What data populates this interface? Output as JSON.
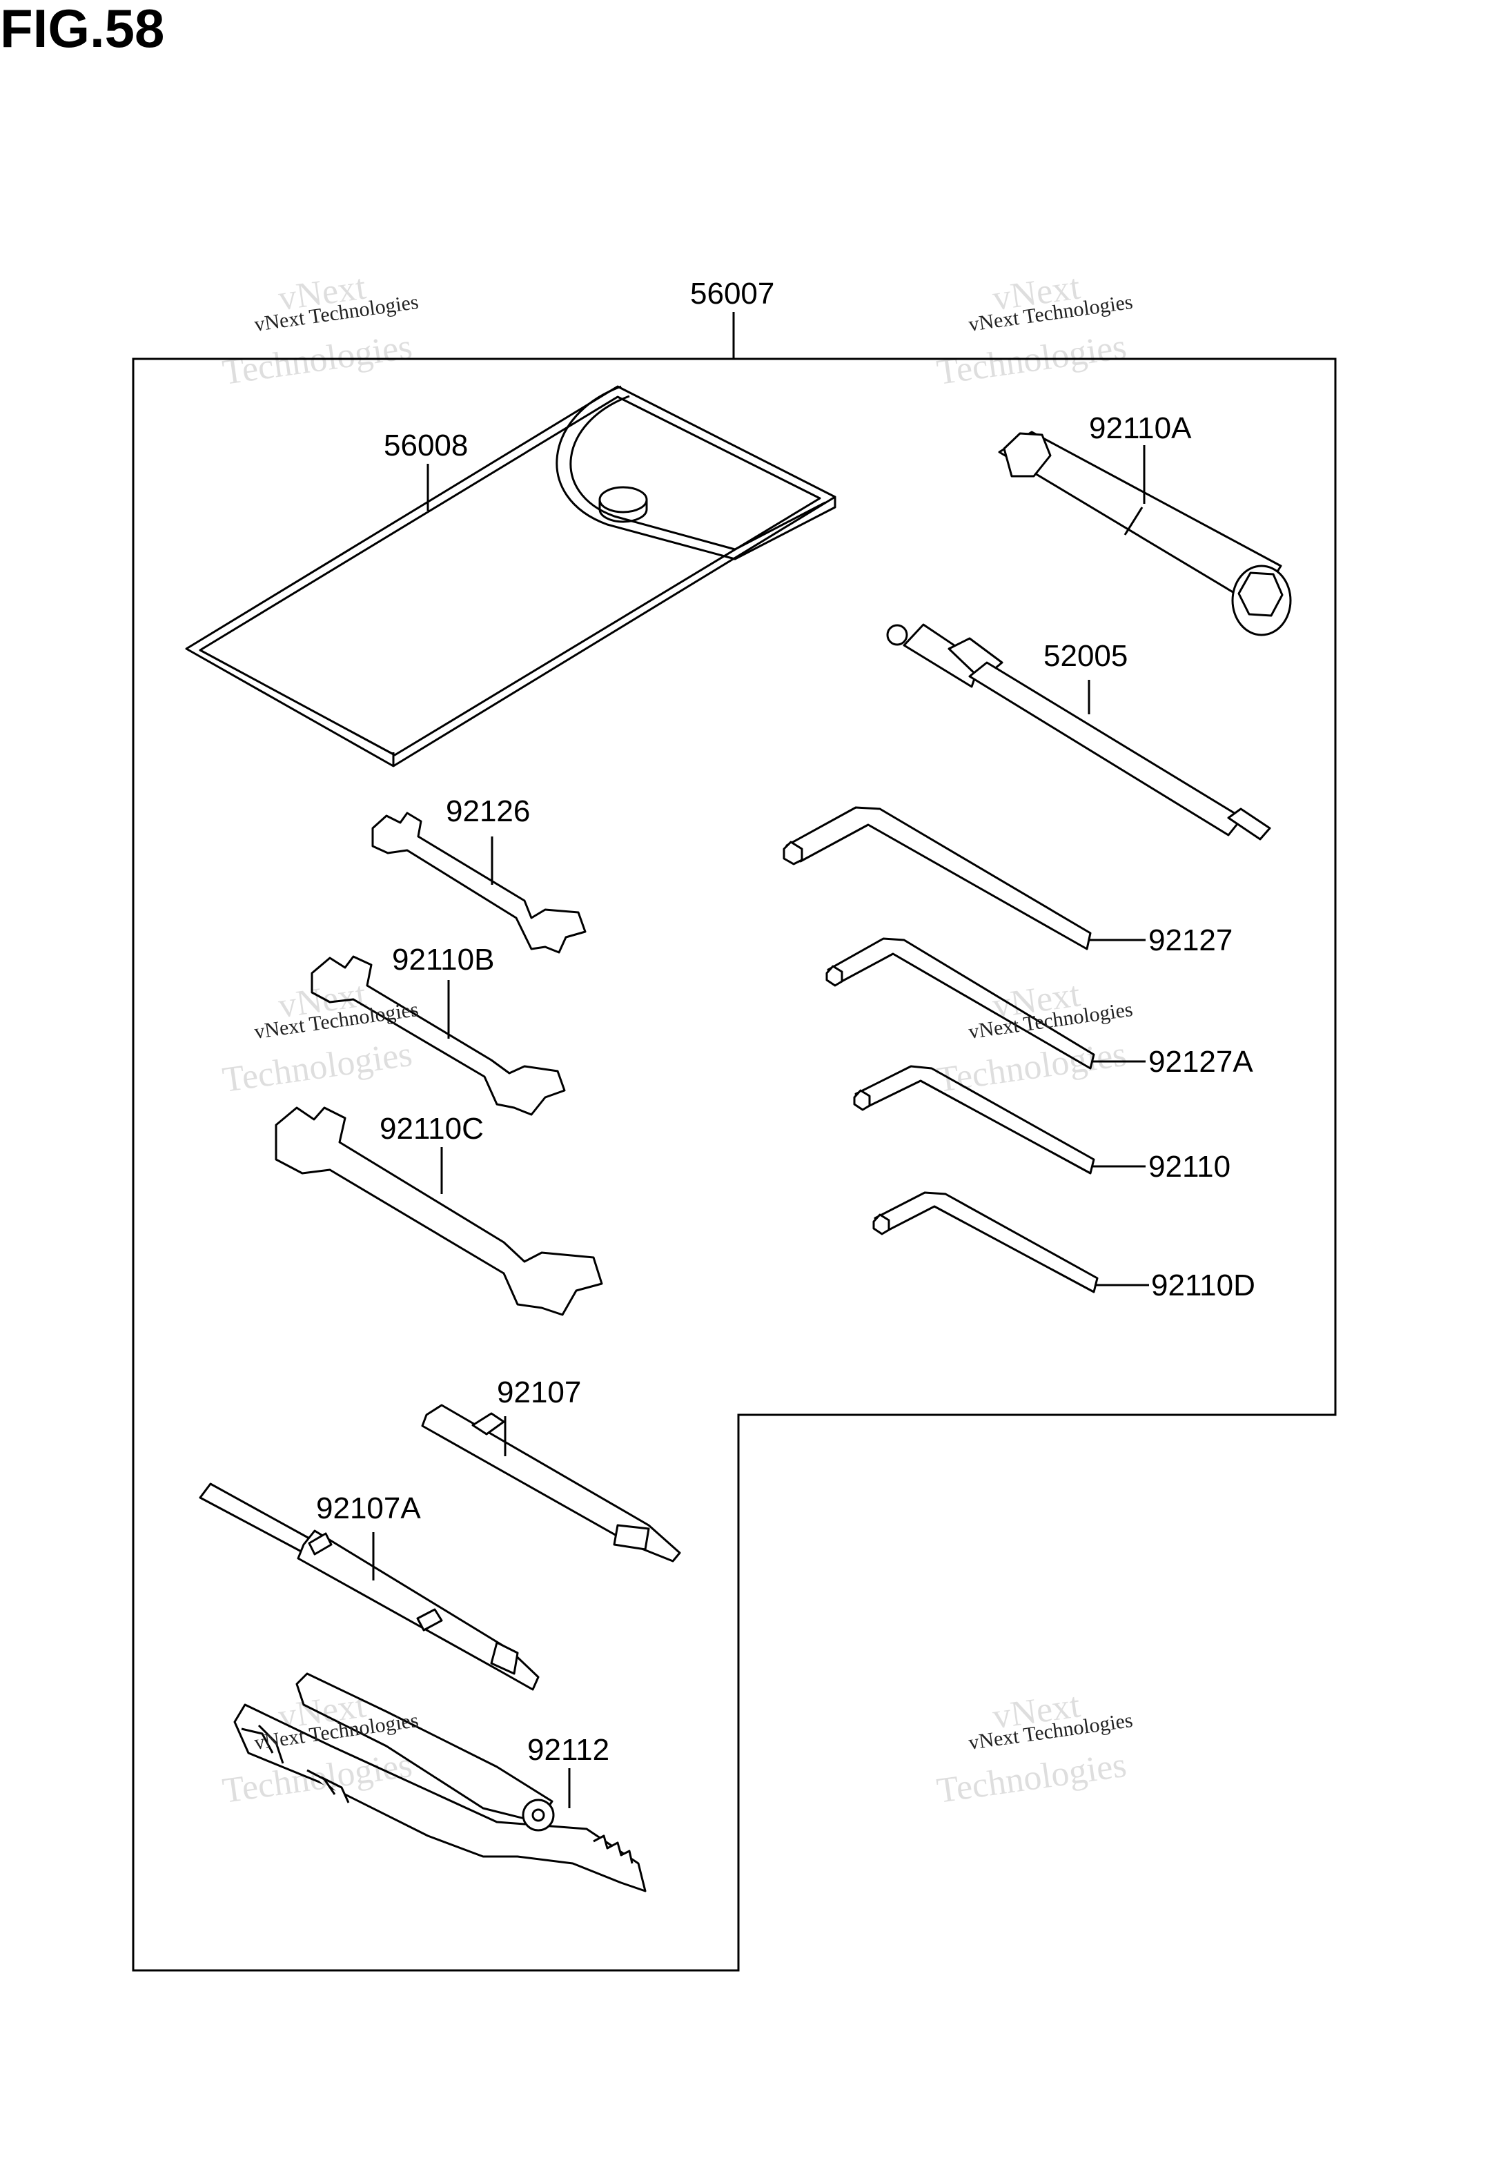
{
  "figure": {
    "title": "FIG.58"
  },
  "parts": {
    "p56007": "56007",
    "p56008": "56008",
    "p92110A": "92110A",
    "p52005": "52005",
    "p92126": "92126",
    "p92110B": "92110B",
    "p92110C": "92110C",
    "p92127": "92127",
    "p92127A": "92127A",
    "p92110": "92110",
    "p92110D": "92110D",
    "p92107": "92107",
    "p92107A": "92107A",
    "p92112": "92112"
  },
  "watermark": {
    "line1": "vNext Technologies",
    "line2": "vNext",
    "line3": "Technologies"
  }
}
